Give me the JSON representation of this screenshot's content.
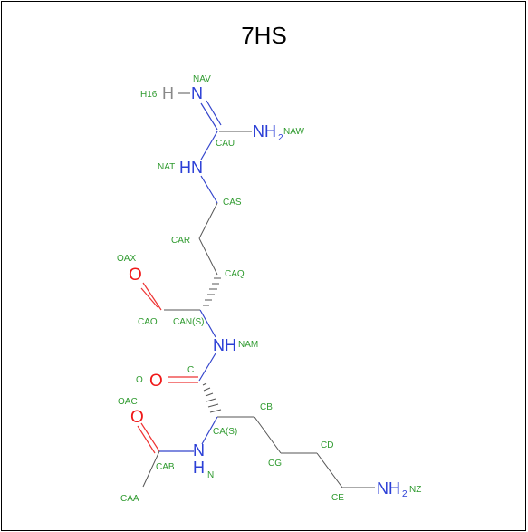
{
  "title": "7HS",
  "atoms": {
    "H16": {
      "symbol": "H",
      "label": "H16"
    },
    "NAV": {
      "symbol": "N",
      "label": "NAV"
    },
    "NAW": {
      "symbol": "NH",
      "sub": "2",
      "label": "NAW"
    },
    "CAU": {
      "label": "CAU"
    },
    "NAT": {
      "symbol": "HN",
      "label": "NAT"
    },
    "CAS": {
      "label": "CAS"
    },
    "CAR": {
      "label": "CAR"
    },
    "CAQ": {
      "label": "CAQ"
    },
    "OAX": {
      "symbol": "O",
      "label": "OAX"
    },
    "CAO": {
      "label": "CAO"
    },
    "CAN": {
      "label": "CAN(S)"
    },
    "NAM": {
      "symbol": "NH",
      "label": "NAM"
    },
    "O": {
      "symbol": "O",
      "label": "O"
    },
    "C": {
      "label": "C"
    },
    "OAC": {
      "symbol": "O",
      "label": "OAC"
    },
    "CA": {
      "label": "CA(S)"
    },
    "CB": {
      "label": "CB"
    },
    "CG": {
      "label": "CG"
    },
    "CD": {
      "label": "CD"
    },
    "CE": {
      "label": "CE"
    },
    "NZ": {
      "symbol": "NH",
      "sub": "2",
      "label": "NZ"
    },
    "N": {
      "symbol": "H",
      "symbol2": "N",
      "label": "N"
    },
    "CAB": {
      "label": "CAB"
    },
    "CAA": {
      "label": "CAA"
    }
  },
  "colors": {
    "nitrogen": "#2b3fd6",
    "oxygen": "#f01818",
    "carbon_label": "#2e9a2e",
    "hydrogen": "#888888",
    "bond": "#555555"
  }
}
